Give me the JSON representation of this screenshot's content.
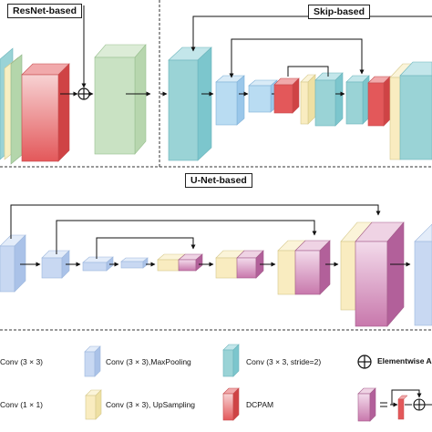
{
  "sections": {
    "resnet": "ResNet-based",
    "skip": "Skip-based",
    "unet": "U-Net-based"
  },
  "legend": {
    "conv3": "Conv (3 × 3)",
    "conv1": "Conv (1 × 1)",
    "conv_maxpool": "Conv (3 × 3),MaxPooling",
    "conv_upsample": "Conv (3 × 3), UpSampling",
    "conv_stride": "Conv (3 × 3, stride=2)",
    "dcpam": "DCPAM",
    "elementwise": "Elementwise Add"
  },
  "colors": {
    "conv3": "#c9e2c3",
    "conv1": "#f7efc2",
    "maxpool": "#c8d8f2",
    "upsample": "#f9ecc0",
    "stride": "#8fd0d6",
    "dcpam": "#e3585a",
    "composite": "#c878ac"
  }
}
